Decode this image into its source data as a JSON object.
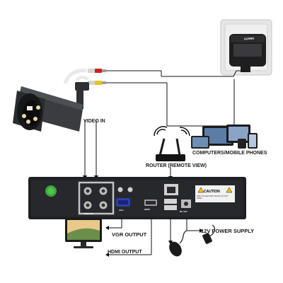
{
  "labels": {
    "video_in": "VIDEO IN",
    "router": "ROUTER (REMOTE VIEW)",
    "computers": "COMPUTERS/MOBILE PHONES",
    "vgr_output": "VGR OUTPUT",
    "hdmi_output": "HDMI OUTPUT",
    "power_supply": "12V POWER SUPPLY"
  },
  "dvr": {
    "caution": "CAUTION",
    "warning": "RISK OF ELECTRIC SHOCK DO NOT OPEN",
    "port_video": "VIDEO IN",
    "port_vga": "VGA",
    "port_hdmi": "HDMI",
    "port_dc": "DC 12V"
  },
  "camera": {
    "brand": "GOWIN"
  },
  "colors": {
    "dvr_body": "#1e2023",
    "camera_body": "#3a3c40",
    "connection_line": "#111111",
    "highlight_box": "#bfc4c8",
    "vga_port": "#2f3fa8"
  }
}
